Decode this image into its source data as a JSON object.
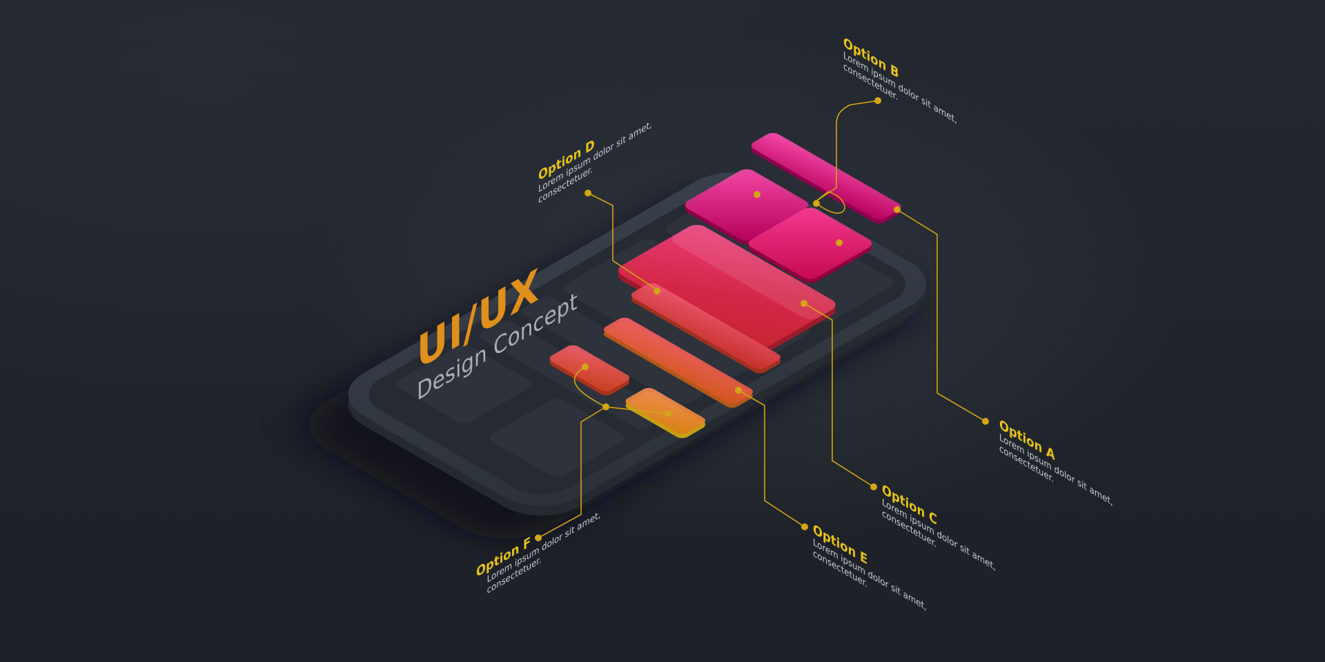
{
  "heading": {
    "title": "UI/UX",
    "subtitle": "Design Concept"
  },
  "colors": {
    "background": "#1f232a",
    "accent_yellow": "#e6c21a",
    "title_gradient_start": "#e0a81a",
    "title_gradient_end": "#d9621a",
    "card_magenta": "#d4147a",
    "card_red": "#d23a2a",
    "card_orange": "#e08a12",
    "connector": "#d4a514"
  },
  "callouts": {
    "option_a": {
      "title": "Option A",
      "line1": "Lorem ipsum dolor sit amet,",
      "line2": "consectetuer."
    },
    "option_b": {
      "title": "Option B",
      "line1": "Lorem ipsum dolor sit amet,",
      "line2": "consectetuer."
    },
    "option_c": {
      "title": "Option C",
      "line1": "Lorem ipsum dolor sit amet,",
      "line2": "consectetuer."
    },
    "option_d": {
      "title": "Option D",
      "line1": "Lorem ipsum dolor sit amet,",
      "line2": "consectetuer."
    },
    "option_e": {
      "title": "Option E",
      "line1": "Lorem ipsum dolor sit amet,",
      "line2": "consectetuer."
    },
    "option_f": {
      "title": "Option F",
      "line1": "Lorem ipsum dolor sit amet,",
      "line2": "consectetuer."
    }
  }
}
